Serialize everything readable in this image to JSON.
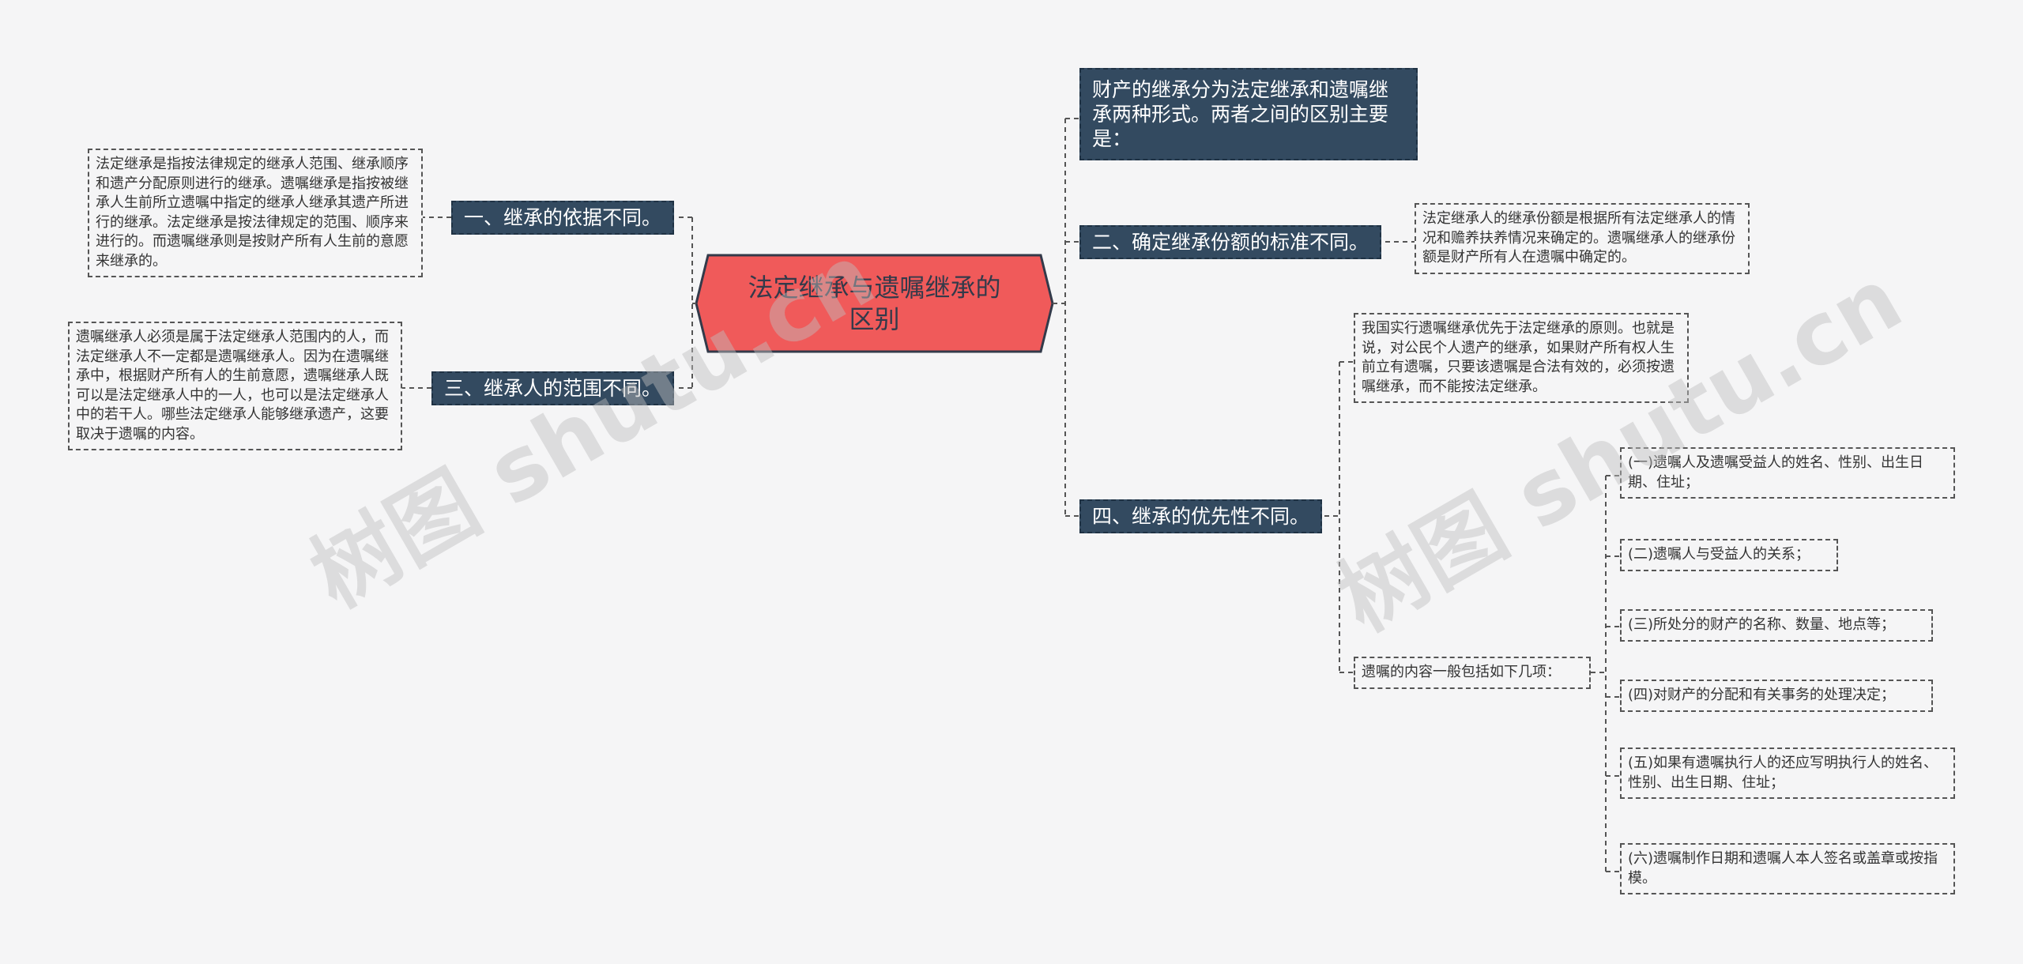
{
  "root": {
    "title": "法定继承与遗嘱继承的区别"
  },
  "left_branches": [
    {
      "label": "一、继承的依据不同。",
      "detail": "法定继承是指按法律规定的继承人范围、继承顺序和遗产分配原则进行的继承。遗嘱继承是指按被继承人生前所立遗嘱中指定的继承人继承其遗产所进行的继承。法定继承是按法律规定的范围、顺序来进行的。而遗嘱继承则是按财产所有人生前的意愿来继承的。"
    },
    {
      "label": "三、继承人的范围不同。",
      "detail": "遗嘱继承人必须是属于法定继承人范围内的人，而法定继承人不一定都是遗嘱继承人。因为在遗嘱继承中，根据财产所有人的生前意愿，遗嘱继承人既可以是法定继承人中的一人，也可以是法定继承人中的若干人。哪些法定继承人能够继承遗产，这要取决于遗嘱的内容。"
    }
  ],
  "right_branches": [
    {
      "label": "财产的继承分为法定继承和遗嘱继承两种形式。两者之间的区别主要是："
    },
    {
      "label": "二、确定继承份额的标准不同。",
      "detail": "法定继承人的继承份额是根据所有法定继承人的情况和赡养扶养情况来确定的。遗嘱继承人的继承份额是财产所有人在遗嘱中确定的。"
    },
    {
      "label": "四、继承的优先性不同。",
      "detail": "我国实行遗嘱继承优先于法定继承的原则。也就是说，对公民个人遗产的继承，如果财产所有权人生前立有遗嘱，只要该遗嘱是合法有效的，必须按遗嘱继承，而不能按法定继承。",
      "sub_label": "遗嘱的内容一般包括如下几项：",
      "items": [
        "(一)遗嘱人及遗嘱受益人的姓名、性别、出生日期、住址；",
        "(二)遗嘱人与受益人的关系；",
        "(三)所处分的财产的名称、数量、地点等；",
        "(四)对财产的分配和有关事务的处理决定；",
        "(五)如果有遗嘱执行人的还应写明执行人的姓名、性别、出生日期、住址；",
        "(六)遗嘱制作日期和遗嘱人本人签名或盖章或按指模。"
      ]
    }
  ],
  "watermarks": [
    "树图 shutu.cn",
    "树图 shutu.cn"
  ],
  "colors": {
    "root_fill": "#f05a5a",
    "branch_fill": "#334a60",
    "background": "#f5f5f6",
    "line": "#555555"
  }
}
